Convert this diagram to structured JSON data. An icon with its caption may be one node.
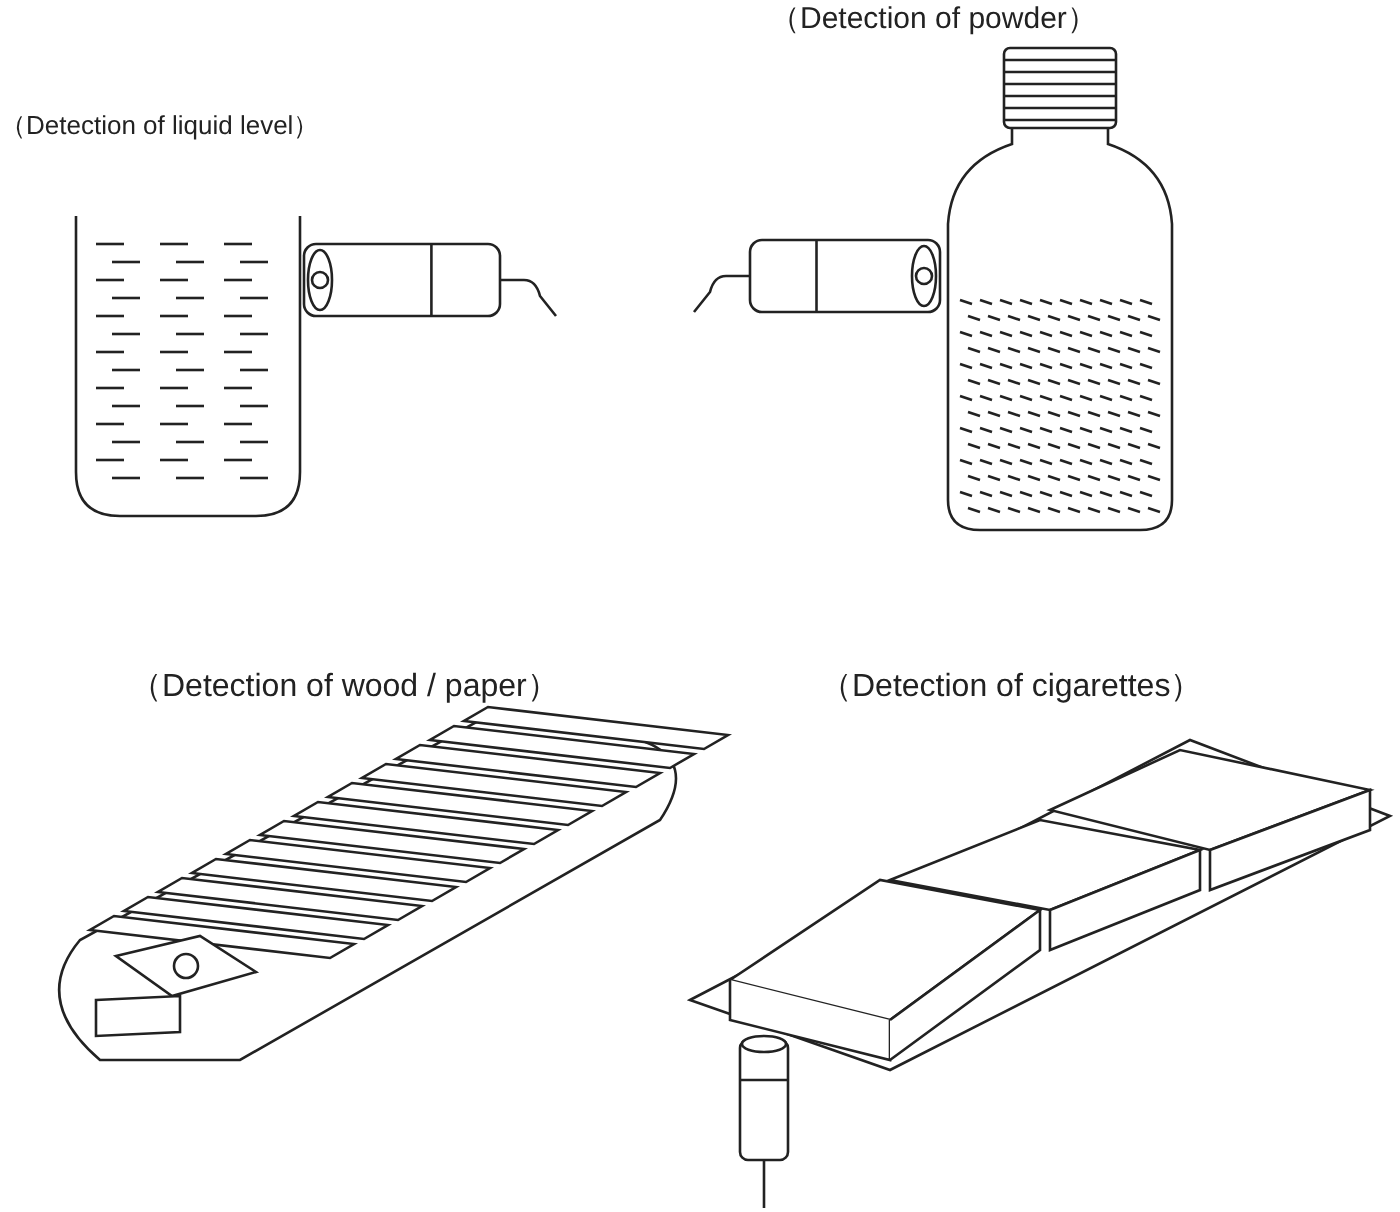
{
  "diagram": {
    "labels": [
      "（Detection of powder）",
      "（Detection of liquid level）",
      "（Detection of wood / paper）",
      "（Detection of cigarettes）"
    ]
  }
}
